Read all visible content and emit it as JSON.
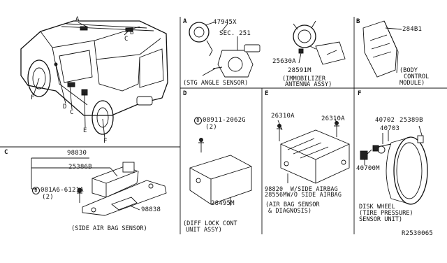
{
  "sections": {
    "A": {
      "letter": "A",
      "parts": [
        "47945X",
        "SEC. 251"
      ],
      "caption": "(STG ANGLE SENSOR)"
    },
    "immobilizer": {
      "parts": [
        "25630A",
        "28591M"
      ],
      "caption_line1": "(IMMOBILIZER",
      "caption_line2": "ANTENNA ASSY)"
    },
    "B": {
      "letter": "B",
      "part": "284B1",
      "caption_line1": "(BODY",
      "caption_line2": "CONTROL",
      "caption_line3": "MODULE)"
    },
    "vehicle": {
      "callouts": [
        "A",
        "B",
        "C",
        "F",
        "D",
        "C",
        "E",
        "F"
      ]
    },
    "C": {
      "letter": "C",
      "parts": [
        "98830",
        "25386B",
        "98838"
      ],
      "bolt_code": "B",
      "bolt_part": "081A6-6121A",
      "bolt_qty": "(2)",
      "caption": "(SIDE AIR BAG SENSOR)"
    },
    "D": {
      "letter": "D",
      "bolt_code": "B",
      "bolt_part": "08911-2062G",
      "bolt_qty": "(2)",
      "part": "28495M",
      "caption_line1": "(DIFF LOCK CONT",
      "caption_line2": "UNIT ASSY)"
    },
    "E": {
      "letter": "E",
      "parts": [
        "26310A",
        "26310A"
      ],
      "line1": "98820  W/SIDE AIRBAG",
      "line2": "28556MW/O SIDE AIRBAG",
      "caption_line1": "(AIR BAG SENSOR",
      "caption_line2": "& DIAGNOSIS)"
    },
    "F": {
      "letter": "F",
      "parts": [
        "40702",
        "25389B",
        "40703",
        "40700M"
      ],
      "caption_line1": "DISK WHEEL",
      "caption_line2": "(TIRE PRESSURE)",
      "caption_line3": "SENSOR UNIT)"
    }
  },
  "diagram_id": "R2530065"
}
